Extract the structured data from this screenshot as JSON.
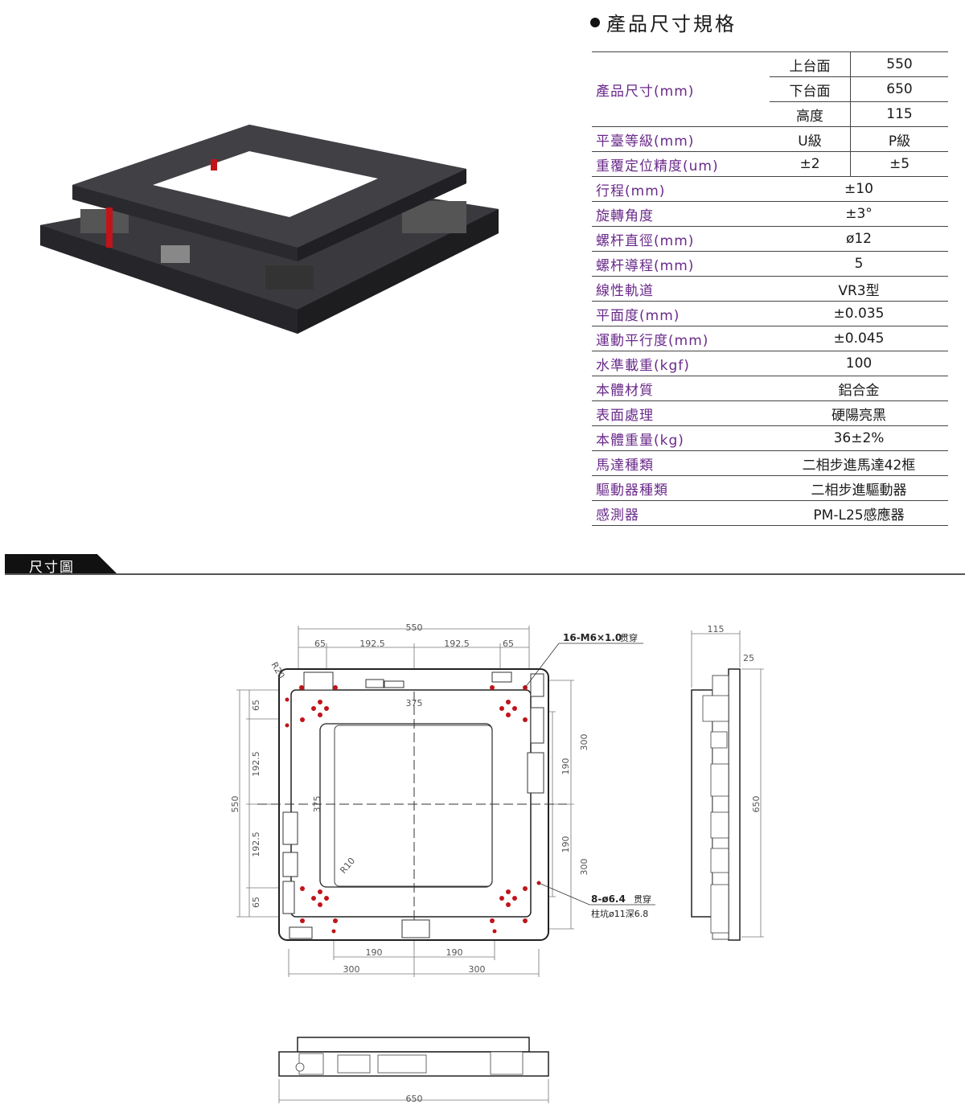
{
  "spec": {
    "title": "產品尺寸規格",
    "size_label": "產品尺寸(mm)",
    "size_rows": [
      {
        "sub": "上台面",
        "value": "550"
      },
      {
        "sub": "下台面",
        "value": "650"
      },
      {
        "sub": "高度",
        "value": "115"
      }
    ],
    "grade": {
      "label": "平臺等級(mm)",
      "u": "U級",
      "p": "P級"
    },
    "repeat": {
      "label": "重覆定位精度(um)",
      "u": "±2",
      "p": "±5"
    },
    "rows": [
      {
        "label": "行程(mm)",
        "value": "±10"
      },
      {
        "label": "旋轉角度",
        "value": "±3°"
      },
      {
        "label": "螺杆直徑(mm)",
        "value": "ø12"
      },
      {
        "label": "螺杆導程(mm)",
        "value": "5"
      },
      {
        "label": "線性軌道",
        "value": "VR3型"
      },
      {
        "label": "平面度(mm)",
        "value": "±0.035"
      },
      {
        "label": "運動平行度(mm)",
        "value": "±0.045"
      },
      {
        "label": "水準載重(kgf)",
        "value": "100"
      },
      {
        "label": "本體材質",
        "value": "鋁合金"
      },
      {
        "label": "表面處理",
        "value": "硬陽亮黑"
      },
      {
        "label": "本體重量(kg)",
        "value": "36±2%"
      },
      {
        "label": "馬達種類",
        "value": "二相步進馬達42框"
      },
      {
        "label": "驅動器種類",
        "value": "二相步進驅動器"
      },
      {
        "label": "感測器",
        "value": "PM-L25感應器"
      }
    ]
  },
  "section": {
    "title": "尺寸圖"
  },
  "drawing": {
    "dims": {
      "top_total": "550",
      "top_a": "65",
      "top_b": "192.5",
      "top_c": "192.5",
      "top_d": "65",
      "inner_top": "375",
      "inner_left": "375",
      "radius_outer": "R20",
      "radius_inner": "R10",
      "left_total": "550",
      "left_a": "65",
      "left_b": "192.5",
      "left_c": "192.5",
      "left_d": "65",
      "right_300a": "300",
      "right_190a": "190",
      "right_190b": "190",
      "right_300b": "300",
      "bottom_190a": "190",
      "bottom_190b": "190",
      "bottom_300a": "300",
      "bottom_300b": "300",
      "side_height": "115",
      "side_top": "25",
      "side_length": "650",
      "front_length": "650"
    },
    "callouts": {
      "holes_top": "16-M6×1.0",
      "holes_top_note": "贯穿",
      "holes_bottom": "8-ø6.4",
      "holes_bottom_note": "贯穿",
      "counterbore": "柱坑ø11深6.8"
    }
  },
  "colors": {
    "label_purple": "#6a2a8a",
    "hole_red": "#c0141a",
    "table_line": "#444444"
  }
}
